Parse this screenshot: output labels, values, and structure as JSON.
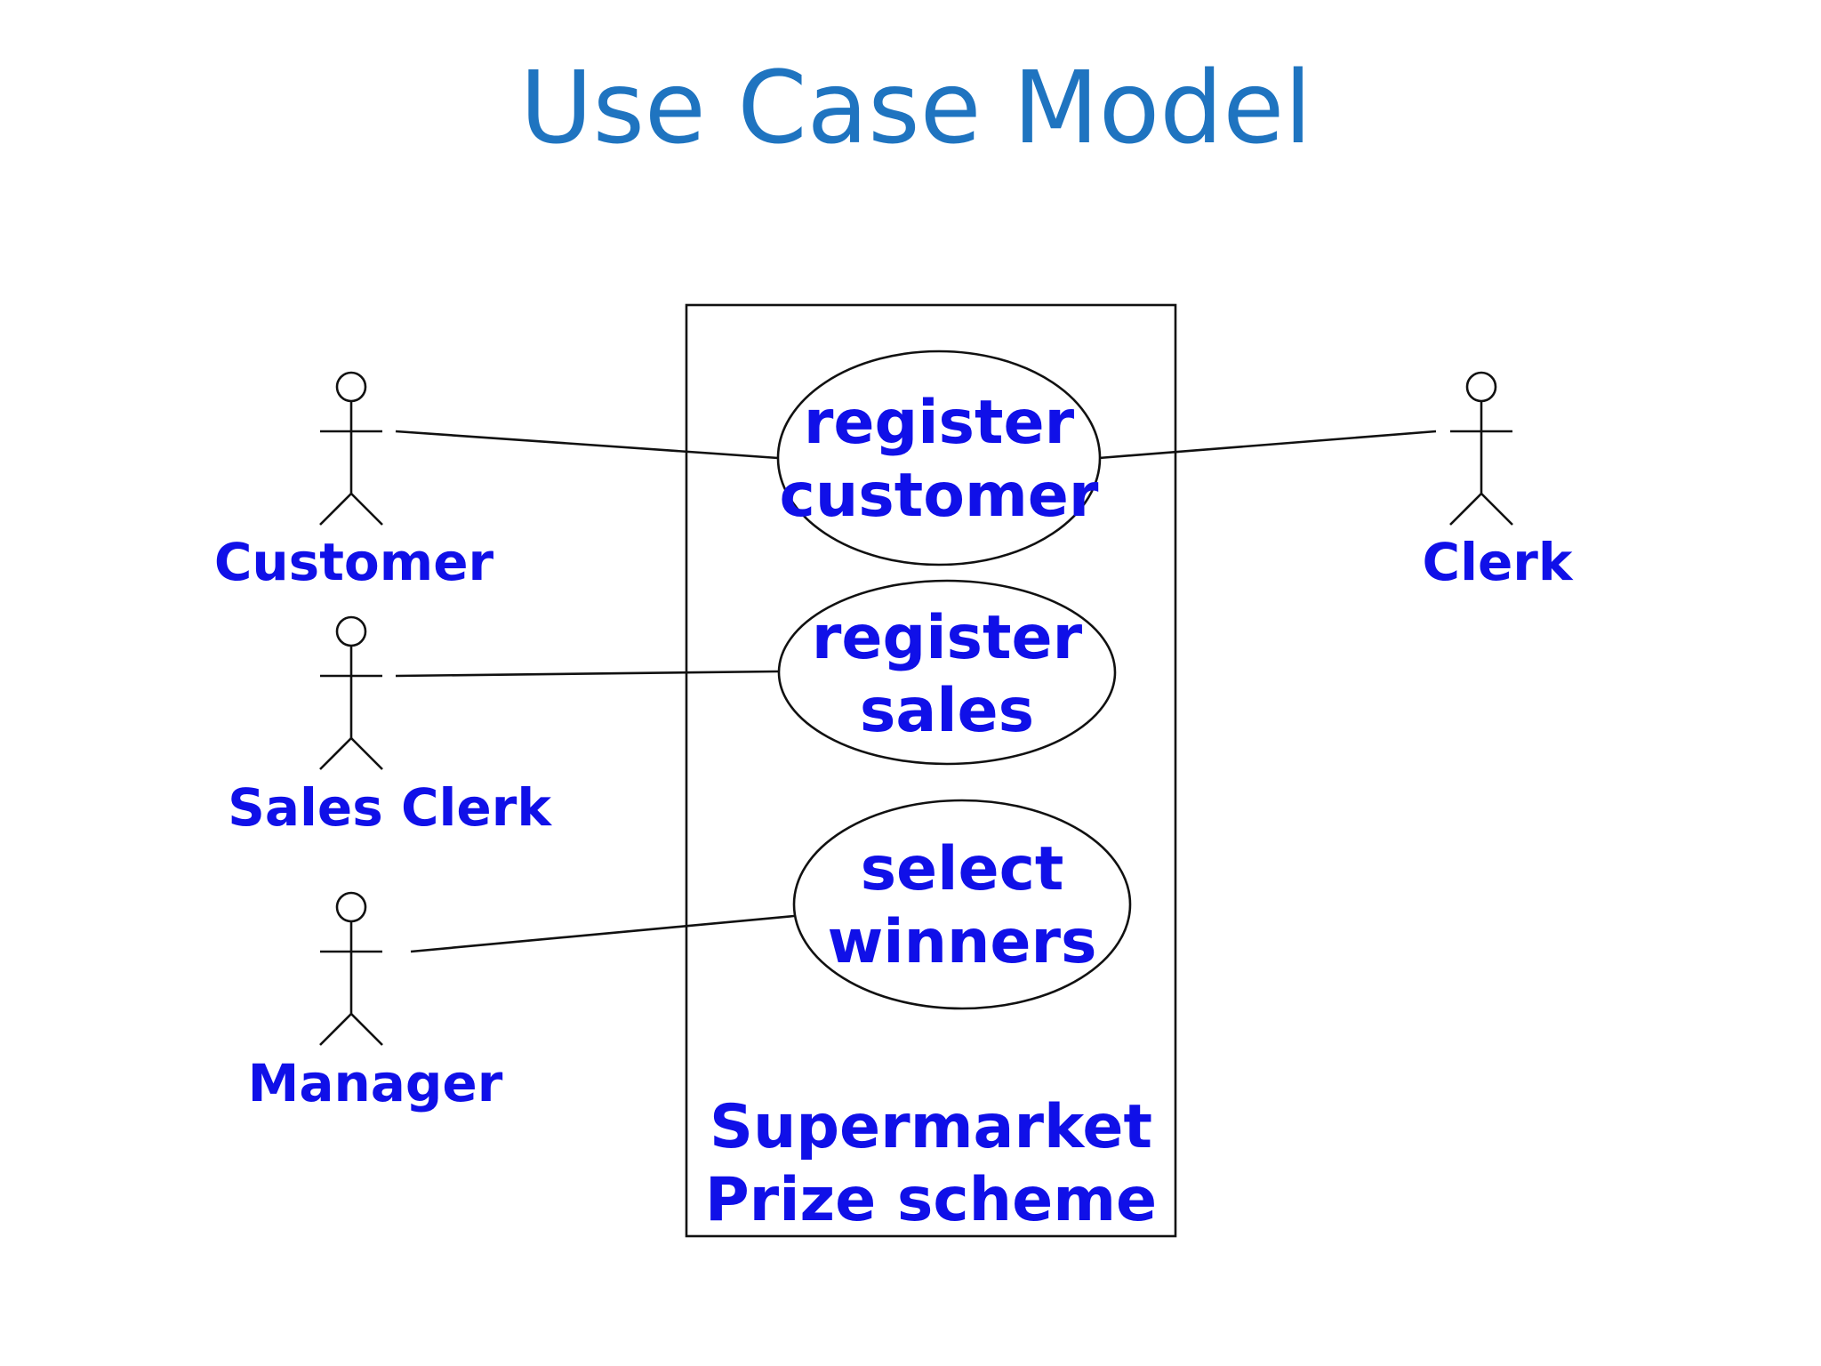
{
  "title": "Use Case Model",
  "system": {
    "label_line1": "Supermarket",
    "label_line2": "Prize scheme"
  },
  "use_cases": [
    {
      "line1": "register",
      "line2": "customer"
    },
    {
      "line1": "register",
      "line2": "sales"
    },
    {
      "line1": "select",
      "line2": "winners"
    }
  ],
  "actors": [
    {
      "label": "Customer"
    },
    {
      "label": "Sales Clerk"
    },
    {
      "label": "Manager"
    },
    {
      "label": "Clerk"
    }
  ],
  "colors": {
    "title": "#1f74c0",
    "labels": "#1010e8",
    "lines": "#111111"
  }
}
